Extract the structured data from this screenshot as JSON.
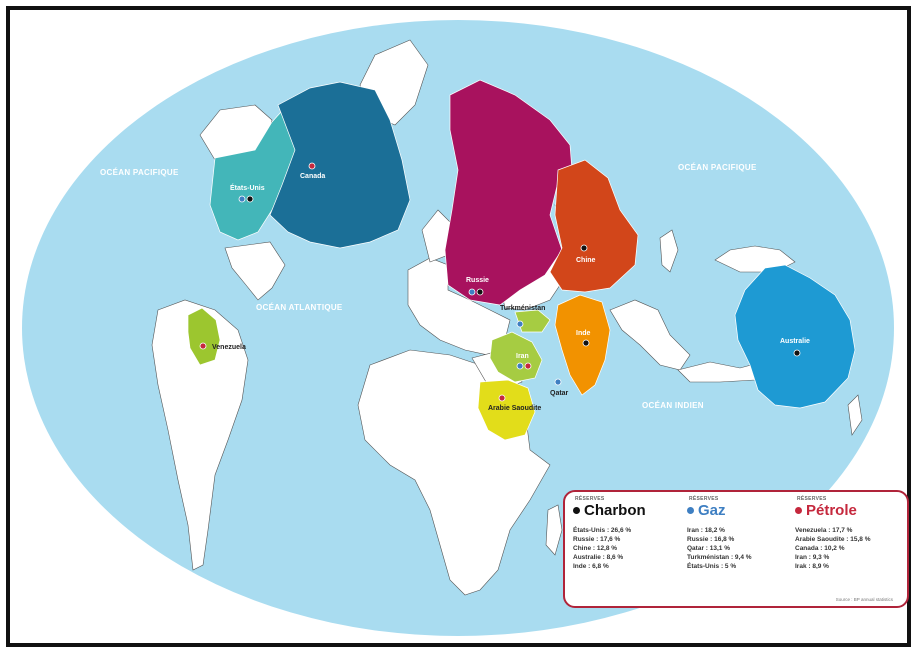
{
  "oceans": {
    "pacific_west": "OCÉAN PACIFIQUE",
    "pacific_east": "OCÉAN PACIFIQUE",
    "atlantic": "OCÉAN ATLANTIQUE",
    "indian": "OCÉAN INDIEN"
  },
  "countries": {
    "canada": "Canada",
    "usa": "États-Unis",
    "russia": "Russie",
    "china": "Chine",
    "india": "Inde",
    "australia": "Australie",
    "venezuela": "Venezuela",
    "iran": "Iran",
    "saudi": "Arabie Saoudite",
    "turkmenistan": "Turkménistan",
    "qatar": "Qatar"
  },
  "colors": {
    "ocean": "#a9dcf0",
    "land": "#ffffff",
    "border": "#555555",
    "canada": "#1b6f97",
    "usa": "#43b6b9",
    "russia": "#a8125e",
    "china": "#d2461a",
    "india": "#f29200",
    "australia": "#1e9ad3",
    "venezuela": "#9cc62f",
    "iran": "#a6cc42",
    "saudi": "#e2dd1a",
    "charbon": "#111111",
    "gaz": "#3e7fc2",
    "petrole": "#c5283d"
  },
  "legend": {
    "charbon": {
      "kicker": "RÉSERVES",
      "title": "Charbon",
      "items": [
        "États-Unis : 26,6 %",
        "Russie : 17,6 %",
        "Chine : 12,8 %",
        "Australie : 8,6 %",
        "Inde : 6,8 %"
      ]
    },
    "gaz": {
      "kicker": "RÉSERVES",
      "title": "Gaz",
      "items": [
        "Iran : 18,2 %",
        "Russie : 16,8 %",
        "Qatar : 13,1 %",
        "Turkménistan : 9,4 %",
        "États-Unis : 5 %"
      ]
    },
    "petrole": {
      "kicker": "RÉSERVES",
      "title": "Pétrole",
      "items": [
        "Venezuela : 17,7 %",
        "Arabie Saoudite : 15,8 %",
        "Canada : 10,2 %",
        "Iran : 9,3 %",
        "Irak : 8,9 %"
      ]
    },
    "source": "Source : BP annual statistics"
  }
}
